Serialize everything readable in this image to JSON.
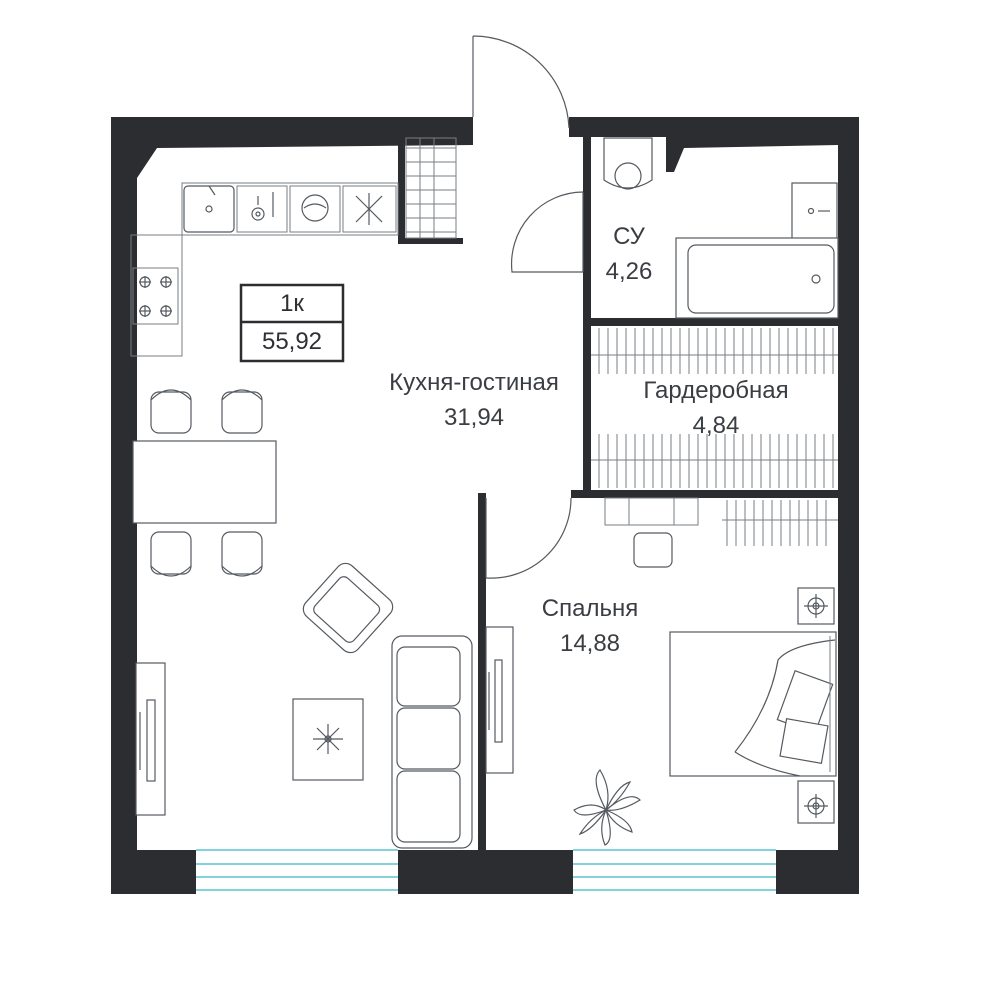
{
  "apartment": {
    "type_label": "1к",
    "total_area": "55,92"
  },
  "rooms": [
    {
      "id": "kitchen-living",
      "name": "Кухня-гостиная",
      "area": "31,94"
    },
    {
      "id": "bathroom",
      "name": "СУ",
      "area": "4,26"
    },
    {
      "id": "wardrobe",
      "name": "Гардеробная",
      "area": "4,84"
    },
    {
      "id": "bedroom",
      "name": "Спальня",
      "area": "14,88"
    }
  ],
  "colors": {
    "wall": "#2b2d31",
    "window": "#5bc3cf",
    "furniture_stroke": "#555a60",
    "label": "#3a3d42"
  },
  "icons": [
    "sink-icon",
    "dishwasher-icon",
    "washing-machine-icon",
    "fridge-icon",
    "stove-icon",
    "toilet-icon",
    "bathtub-icon",
    "plant-icon",
    "nightstand-lamp-icon"
  ]
}
